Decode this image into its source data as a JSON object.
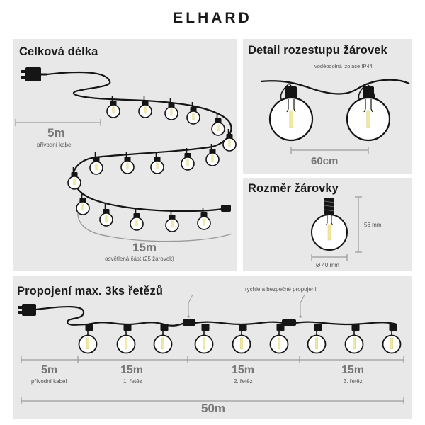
{
  "brand": "ELHARD",
  "panel_total": {
    "title": "Celková délka",
    "cable_length": "5m",
    "cable_label": "přívodní kabel",
    "lit_length": "15m",
    "lit_label": "osvětlená část (25 žárovek)"
  },
  "panel_spacing": {
    "title": "Detail rozestupu žárovek",
    "note": "voděodolná izolace IP44",
    "spacing": "60cm"
  },
  "panel_bulb": {
    "title": "Rozměr žárovky",
    "height": "56 mm",
    "diameter": "Ø 40 mm"
  },
  "panel_connect": {
    "title": "Propojení max. 3ks řetězů",
    "connector_note": "rychlé a bezpečné propojení",
    "segments": [
      {
        "length": "5m",
        "label": "přívodní kabel"
      },
      {
        "length": "15m",
        "label": "1. řetěz"
      },
      {
        "length": "15m",
        "label": "2. řetěz"
      },
      {
        "length": "15m",
        "label": "3. řetěz"
      }
    ],
    "total": "50m"
  },
  "colors": {
    "panel": "#e8e8e8",
    "cable": "#151515",
    "filament": "#f2e9a2",
    "dim_line": "#9a9a9a"
  }
}
